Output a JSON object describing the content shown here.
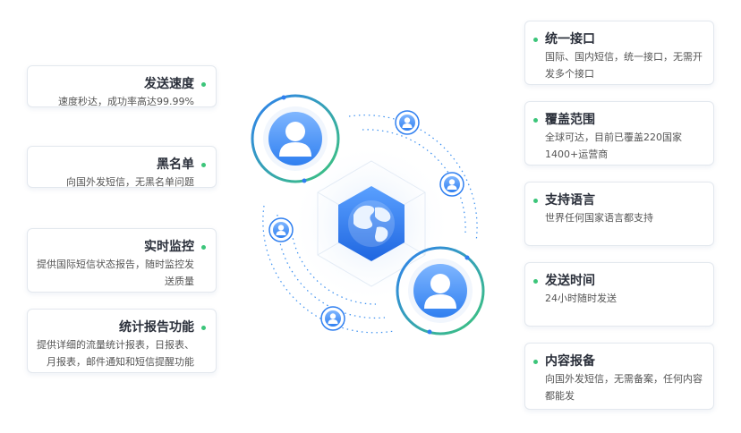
{
  "features_left": [
    {
      "title": "发送速度",
      "desc": [
        "速度秒达，成功率高达99.99%"
      ]
    },
    {
      "title": "黑名单",
      "desc": [
        "向国外发短信，无黑名单问题"
      ]
    },
    {
      "title": "实时监控",
      "desc": [
        "提供国际短信状态报告，随时监控发",
        "送质量"
      ]
    },
    {
      "title": "统计报告功能",
      "desc": [
        "提供详细的流量统计报表，日报表、",
        "月报表，邮件通知和短信提醒功能"
      ]
    }
  ],
  "features_right": [
    {
      "title": "统一接口",
      "desc": [
        "国际、国内短信，统一接口，无需开",
        "发多个接口"
      ]
    },
    {
      "title": "覆盖范围",
      "desc": [
        "全球可达，目前已覆盖220国家",
        "1400+运营商"
      ]
    },
    {
      "title": "支持语言",
      "desc": [
        "世界任何国家语言都支持"
      ]
    },
    {
      "title": "发送时间",
      "desc": [
        "24小时随时发送"
      ]
    },
    {
      "title": "内容报备",
      "desc": [
        "向国外发短信，无需备案，任何内容",
        "都能发"
      ]
    }
  ],
  "colors": {
    "accent": "#2f7ff0",
    "green": "#3cc57a"
  },
  "icons": {
    "center": "globe-icon",
    "people": "user-icon"
  }
}
